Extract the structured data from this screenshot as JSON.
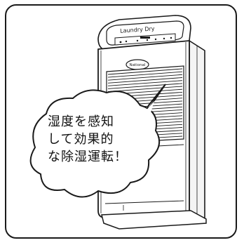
{
  "product": {
    "brand_label": "Laundry Dry",
    "badge_label": "National"
  },
  "callout": {
    "lines": [
      "湿度を感知",
      "して効果的",
      "な除湿運転！"
    ]
  }
}
